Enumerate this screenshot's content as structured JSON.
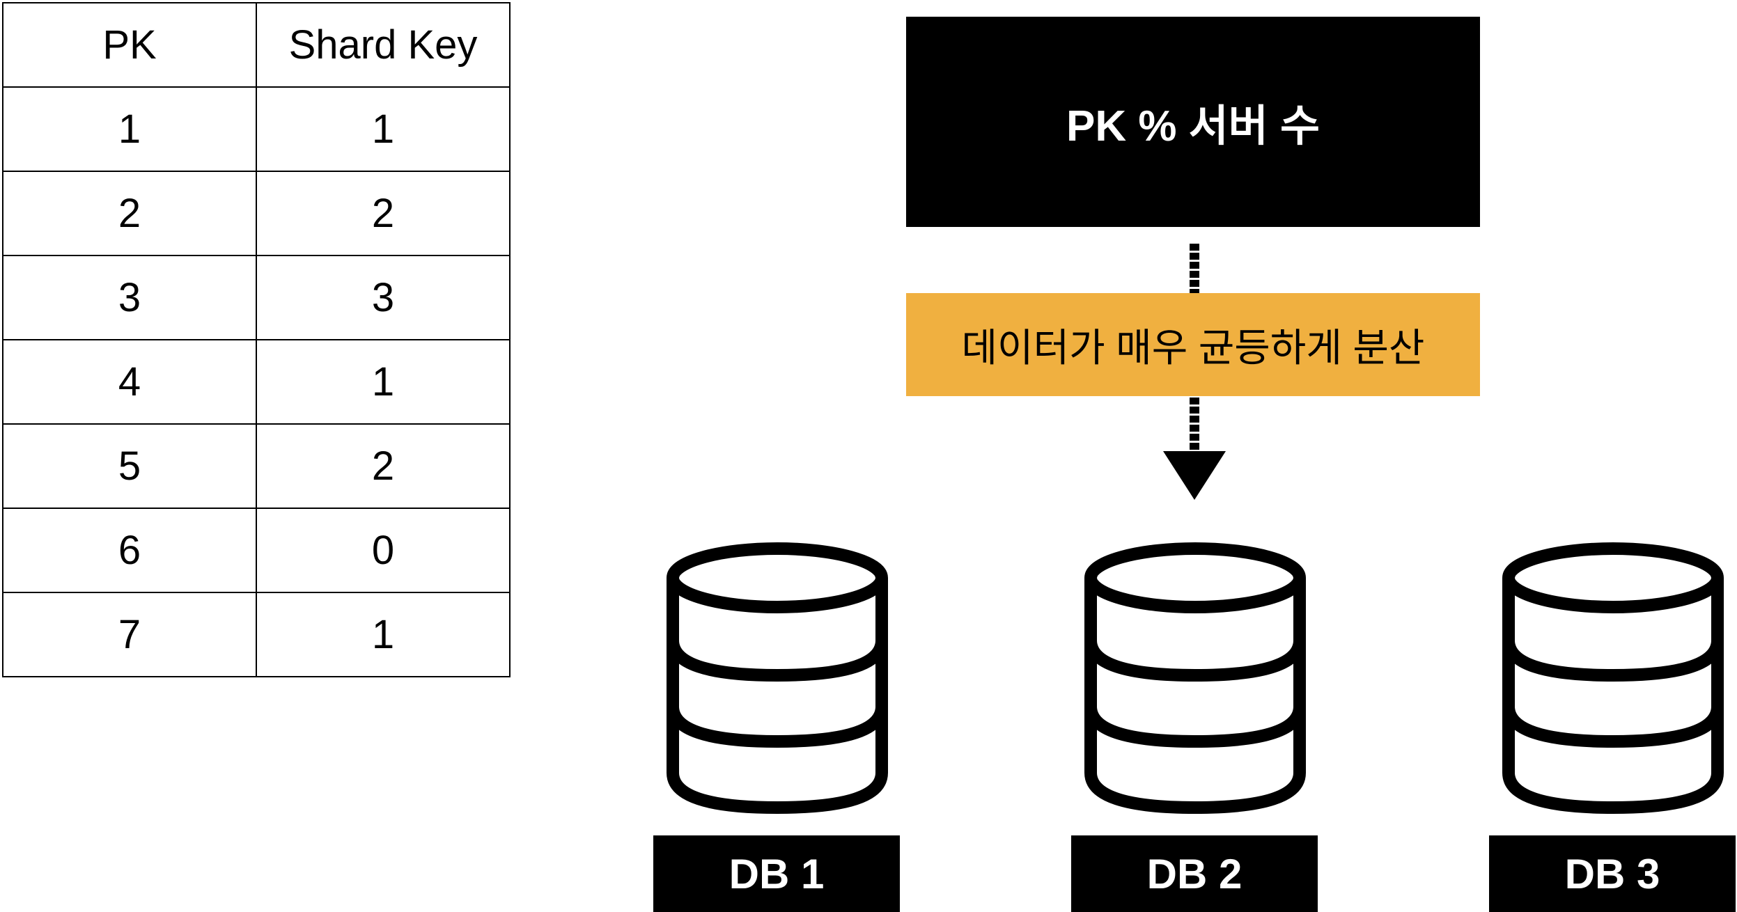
{
  "table": {
    "headers": [
      "PK",
      "Shard Key"
    ],
    "rows": [
      [
        "1",
        "1"
      ],
      [
        "2",
        "2"
      ],
      [
        "3",
        "3"
      ],
      [
        "4",
        "1"
      ],
      [
        "5",
        "2"
      ],
      [
        "6",
        "0"
      ],
      [
        "7",
        "1"
      ]
    ]
  },
  "formula": "PK % 서버 수",
  "distribution_label": "데이터가 매우 균등하게 분산",
  "databases": [
    {
      "label": "DB 1"
    },
    {
      "label": "DB 2"
    },
    {
      "label": "DB 3"
    }
  ],
  "colors": {
    "formula_bg": "#000000",
    "label_bg": "#f0b040",
    "db_label_bg": "#000000"
  }
}
